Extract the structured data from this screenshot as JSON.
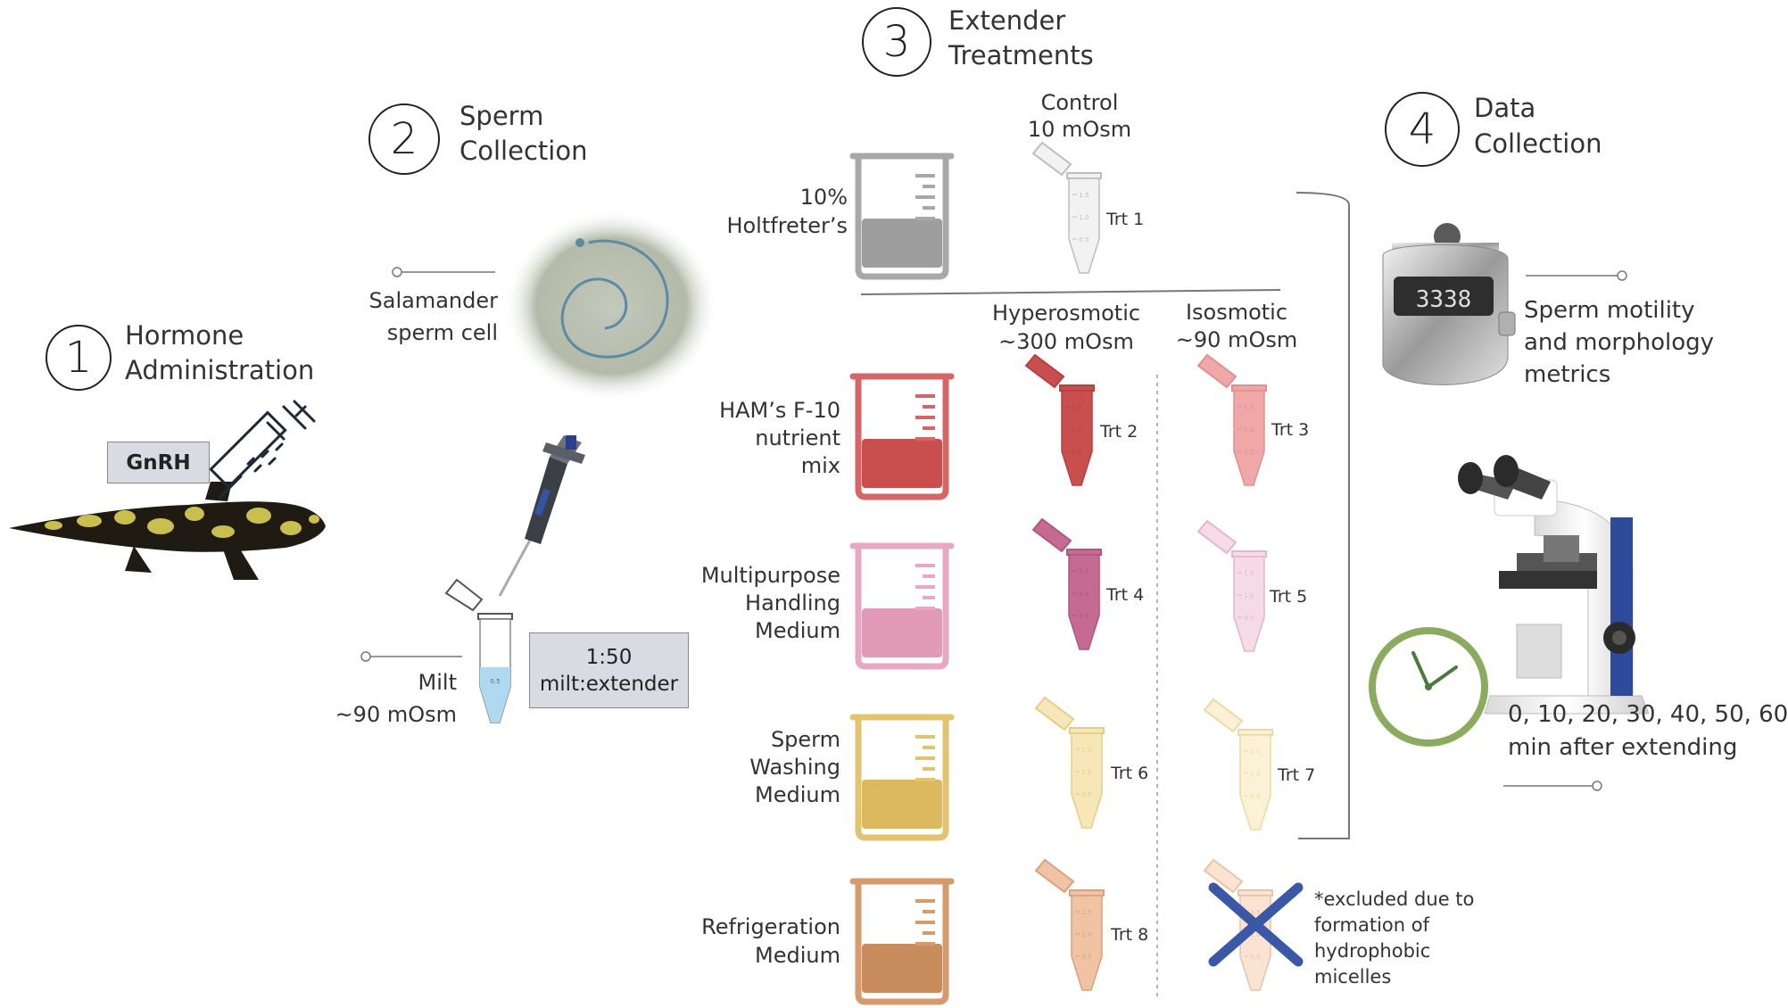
{
  "steps": {
    "s1": {
      "num": "1",
      "title1": "Hormone",
      "title2": "Administration"
    },
    "s2": {
      "num": "2",
      "title1": "Sperm",
      "title2": "Collection"
    },
    "s3": {
      "num": "3",
      "title1": "Extender",
      "title2": "Treatments"
    },
    "s4": {
      "num": "4",
      "title1": "Data",
      "title2": "Collection"
    }
  },
  "hormone_label": "GnRH",
  "sperm_cell_label": {
    "l1": "Salamander",
    "l2": "sperm cell"
  },
  "milt_label": {
    "l1": "Milt",
    "l2": "~90 mOsm"
  },
  "ratio_box": {
    "l1": "1:50",
    "l2": "milt:extender"
  },
  "control_header": {
    "l1": "Control",
    "l2": "10 mOsm"
  },
  "hyper_header": {
    "l1": "Hyperosmotic",
    "l2": "~300 mOsm"
  },
  "iso_header": {
    "l1": "Isosmotic",
    "l2": "~90 mOsm"
  },
  "media": {
    "holtfreter": {
      "l1": "10%",
      "l2": "Holtfreter’s",
      "color": "#9e9e9e",
      "edge": "#a8a8a8"
    },
    "ham": {
      "l1": "HAM’s F-10",
      "l2": "nutrient",
      "l3": "mix",
      "color": "#c94f4f",
      "edge": "#d66666"
    },
    "mhm": {
      "l1": "Multipurpose",
      "l2": "Handling",
      "l3": "Medium",
      "color": "#e29bb7",
      "edge": "#e8a8c3"
    },
    "swm": {
      "l1": "Sperm",
      "l2": "Washing",
      "l3": "Medium",
      "color": "#dcb95e",
      "edge": "#e3c370"
    },
    "rm": {
      "l1": "Refrigeration",
      "l2": "Medium",
      "color": "#c98c5c",
      "edge": "#d69a6c"
    }
  },
  "treatments": {
    "t1": "Trt 1",
    "t2": "Trt 2",
    "t3": "Trt 3",
    "t4": "Trt 4",
    "t5": "Trt 5",
    "t6": "Trt 6",
    "t7": "Trt 7",
    "t8": "Trt 8"
  },
  "tube_scale": {
    "a": "1.5",
    "b": "1.0",
    "c": "0.5"
  },
  "milt_tube_scale": "0.5",
  "excluded_note": {
    "l1": "*excluded due to",
    "l2": "formation of",
    "l3": "hydrophobic",
    "l4": "micelles"
  },
  "counter_digits": "3338",
  "metrics_label": {
    "l1": "Sperm motility",
    "l2": "and morphology",
    "l3": "metrics"
  },
  "time_label": {
    "l1": "0, 10, 20, 30, 40, 50, 60",
    "l2": "min after extending"
  }
}
